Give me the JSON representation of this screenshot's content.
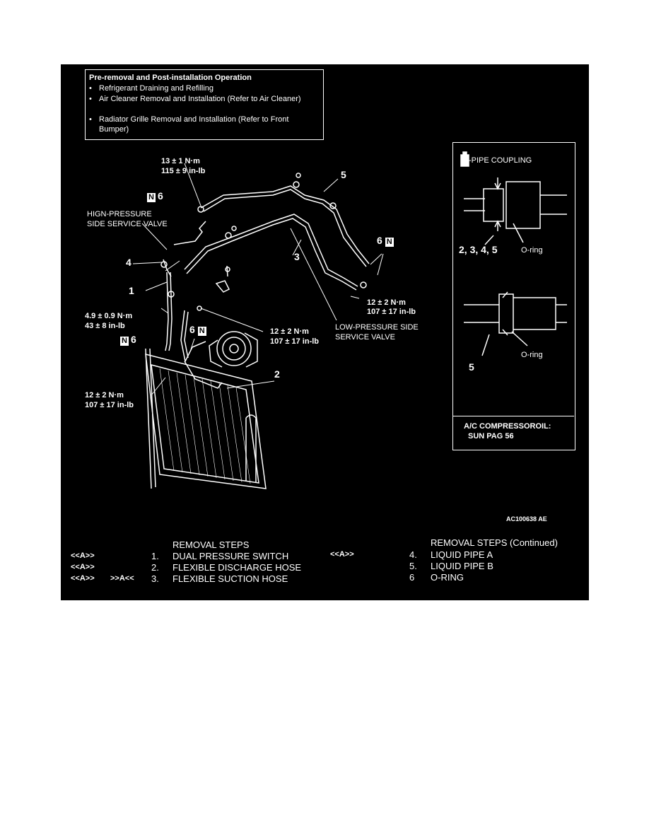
{
  "pre_operation": {
    "title": "Pre-removal and Post-installation Operation",
    "items": [
      "Refrigerant Draining and Refilling",
      "Air Cleaner Removal and Installation (Refer to Air Cleaner)",
      "Radiator Grille Removal and Installation (Refer to Front",
      "Bumper)"
    ]
  },
  "torque": {
    "t1_nm": "13 ± 1 N·m",
    "t1_inlb": "115 ± 9 in-lb",
    "t2_nm": "4.9 ± 0.9 N·m",
    "t2_inlb": "43 ± 8 in-lb",
    "t3_nm": "12 ± 2 N·m",
    "t3_inlb": "107 ± 17 in-lb",
    "t4_nm": "12 ± 2 N·m",
    "t4_inlb": "107 ± 17 in-lb",
    "t5_nm": "12 ± 2 N·m",
    "t5_inlb": "107 ± 17 in-lb"
  },
  "labels": {
    "high_pressure_1": "HIGN-PRESSURE",
    "high_pressure_2": "SIDE SERVICE VALVE",
    "low_pressure_1": "LOW-PRESSURE SIDE",
    "low_pressure_2": "SERVICE VALVE",
    "figure_id": "AC100638 AE"
  },
  "callouts": {
    "n_box": "N",
    "six": "6",
    "one": "1",
    "two": "2",
    "three": "3",
    "four": "4",
    "five": "5"
  },
  "detail": {
    "pipe_coupling": "-PIPE COUPLING",
    "parts_top": "2, 3, 4,  5",
    "o_ring": "O-ring",
    "part_bottom": "5",
    "oil_label": "A/C COMPRESSOROIL:",
    "oil_value": "SUN PAG 56"
  },
  "removal_steps": {
    "header": "REMOVAL STEPS",
    "header_cont": "REMOVAL STEPS (Continued)",
    "left": [
      {
        "mark": "<<A>>",
        "mark2": "",
        "num": "1.",
        "name": "DUAL PRESSURE SWITCH"
      },
      {
        "mark": "<<A>>",
        "mark2": "",
        "num": "2.",
        "name": "FLEXIBLE DISCHARGE HOSE"
      },
      {
        "mark": "<<A>>",
        "mark2": ">>A<<",
        "num": "3.",
        "name": "FLEXIBLE SUCTION HOSE"
      }
    ],
    "right": [
      {
        "mark": "<<A>>",
        "num": "4.",
        "name": "LIQUID PIPE A"
      },
      {
        "mark": "",
        "num": "5.",
        "name": "LIQUID PIPE B"
      },
      {
        "mark": "",
        "num": "6",
        "name": "O-RING"
      }
    ]
  }
}
